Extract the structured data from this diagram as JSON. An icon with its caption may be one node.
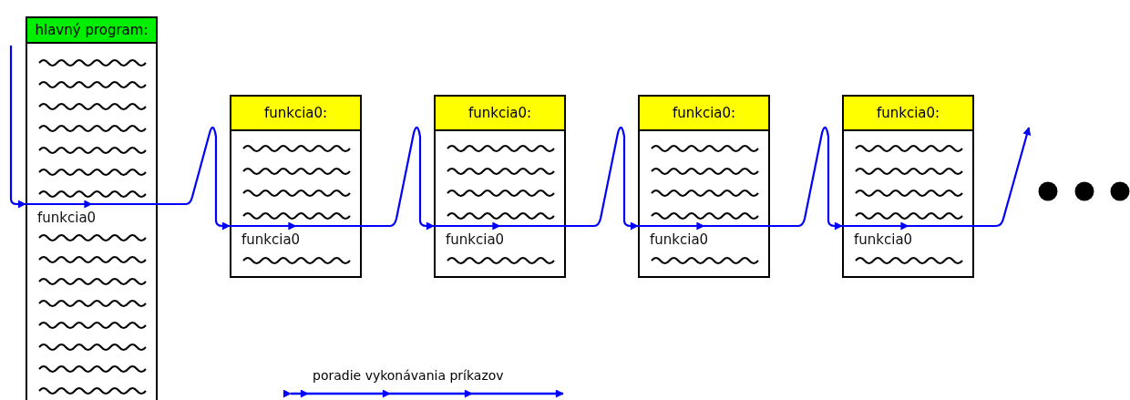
{
  "diagram": {
    "nodes": [
      {
        "text": [
          "hlavný program:",
          "funkcia0"
        ]
      },
      {
        "text": [
          "funkcia0:",
          "funkcia0"
        ]
      },
      {
        "text": [
          "funkcia0:",
          "funkcia0"
        ]
      },
      {
        "text": [
          "funkcia0:",
          "funkcia0"
        ]
      },
      {
        "text": [
          "funkcia0:",
          "funkcia0"
        ]
      },
      {
        "text": [],
        "shape": "dots"
      }
    ],
    "edges": [
      {
        "from": null,
        "to": 0,
        "arrow": "to"
      },
      {
        "from": 0,
        "to": 1,
        "arrow": "to"
      },
      {
        "from": 1,
        "to": 2,
        "arrow": "to"
      },
      {
        "from": 2,
        "to": 3,
        "arrow": "to"
      },
      {
        "from": 3,
        "to": 4,
        "arrow": "to"
      },
      {
        "from": 4,
        "to": null,
        "arrow": "to"
      }
    ],
    "legend": [
      {
        "text": "poradie vykonávania príkazov"
      }
    ]
  }
}
